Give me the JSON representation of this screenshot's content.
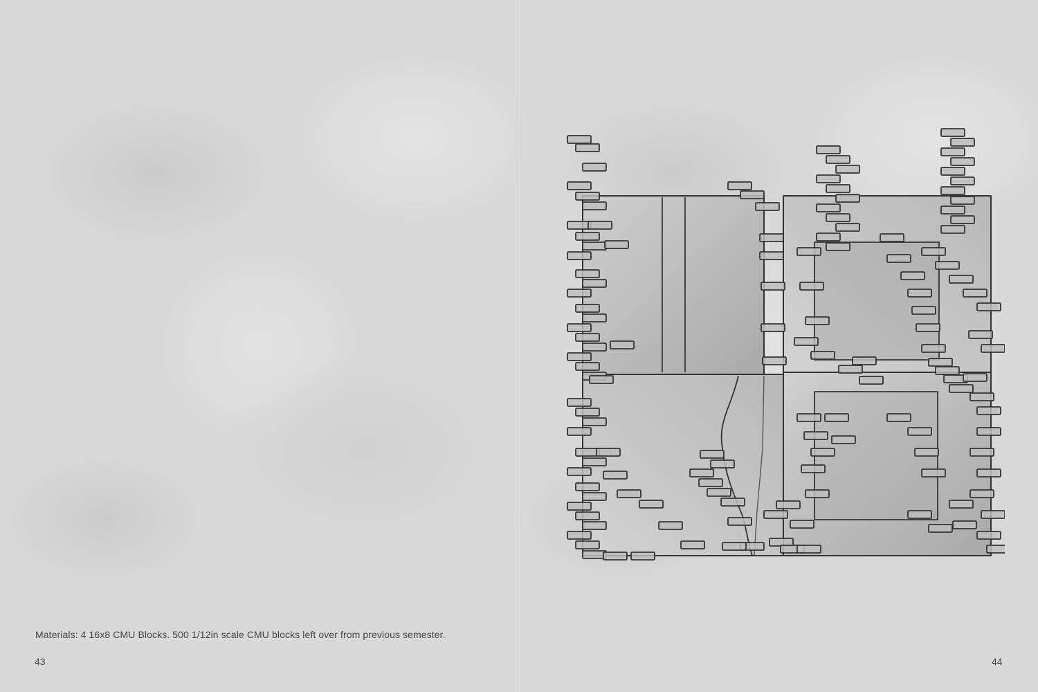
{
  "spread": {
    "left_page": {
      "caption": "Materials: 4 16x8 CMU Blocks. 500 1/12in scale CMU blocks left over from previous semester.",
      "page_number": "43"
    },
    "right_page": {
      "page_number": "44"
    }
  }
}
